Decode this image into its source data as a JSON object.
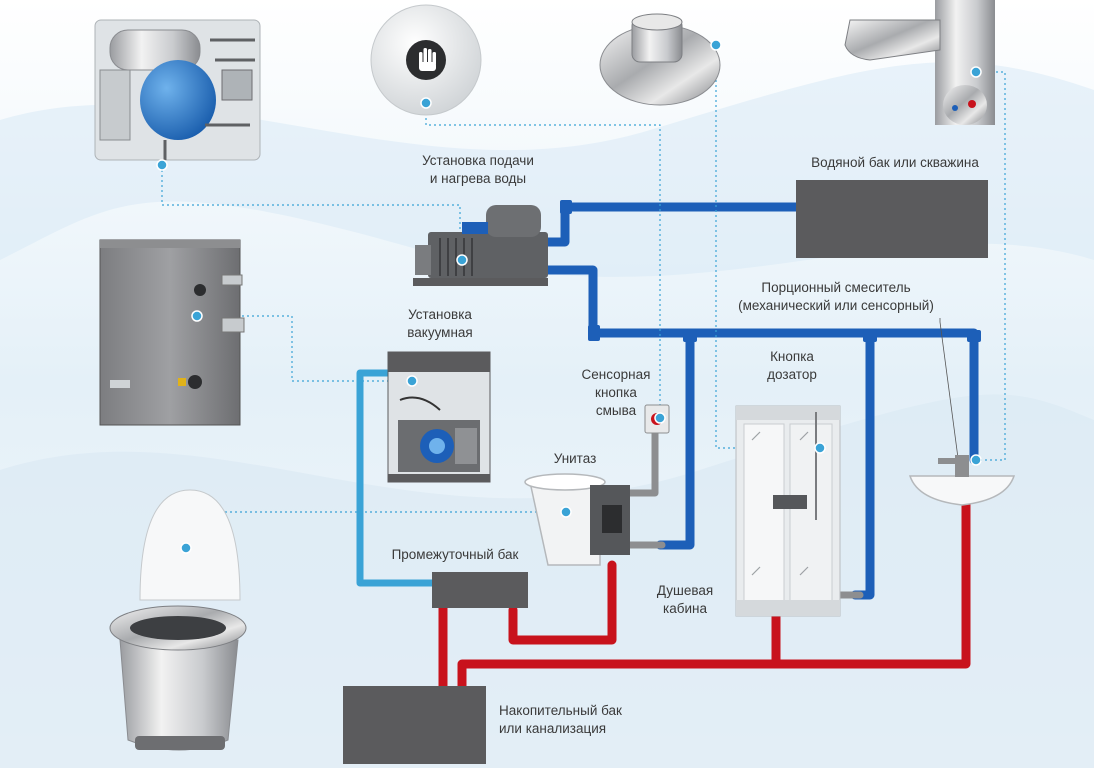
{
  "labels": {
    "water_supply_heating": "Установка подачи\nи нагрева воды",
    "water_tank": "Водяной бак или скважина",
    "portion_mixer": "Порционный смеситель\n(механический или сенсорный)",
    "vacuum_unit": "Установка\nвакуумная",
    "dispenser_button": "Кнопка\nдозатор",
    "sensor_flush": "Сенсорная\nкнопка\nсмыва",
    "toilet": "Унитаз",
    "intermediate_tank": "Промежуточный бак",
    "shower_cabin": "Душевая\nкабина",
    "storage_tank": "Накопительный бак\nили канализация"
  },
  "colors": {
    "cold_water_pipe": "#1d5fb8",
    "waste_pipe": "#c8121c",
    "vacuum_pipe": "#3aa3d6",
    "tank_fill": "#5b5b5d",
    "callout_line": "#3aa3d6",
    "label_text": "#3a3a3a"
  },
  "icons": {
    "hand_button": "hand-icon"
  }
}
